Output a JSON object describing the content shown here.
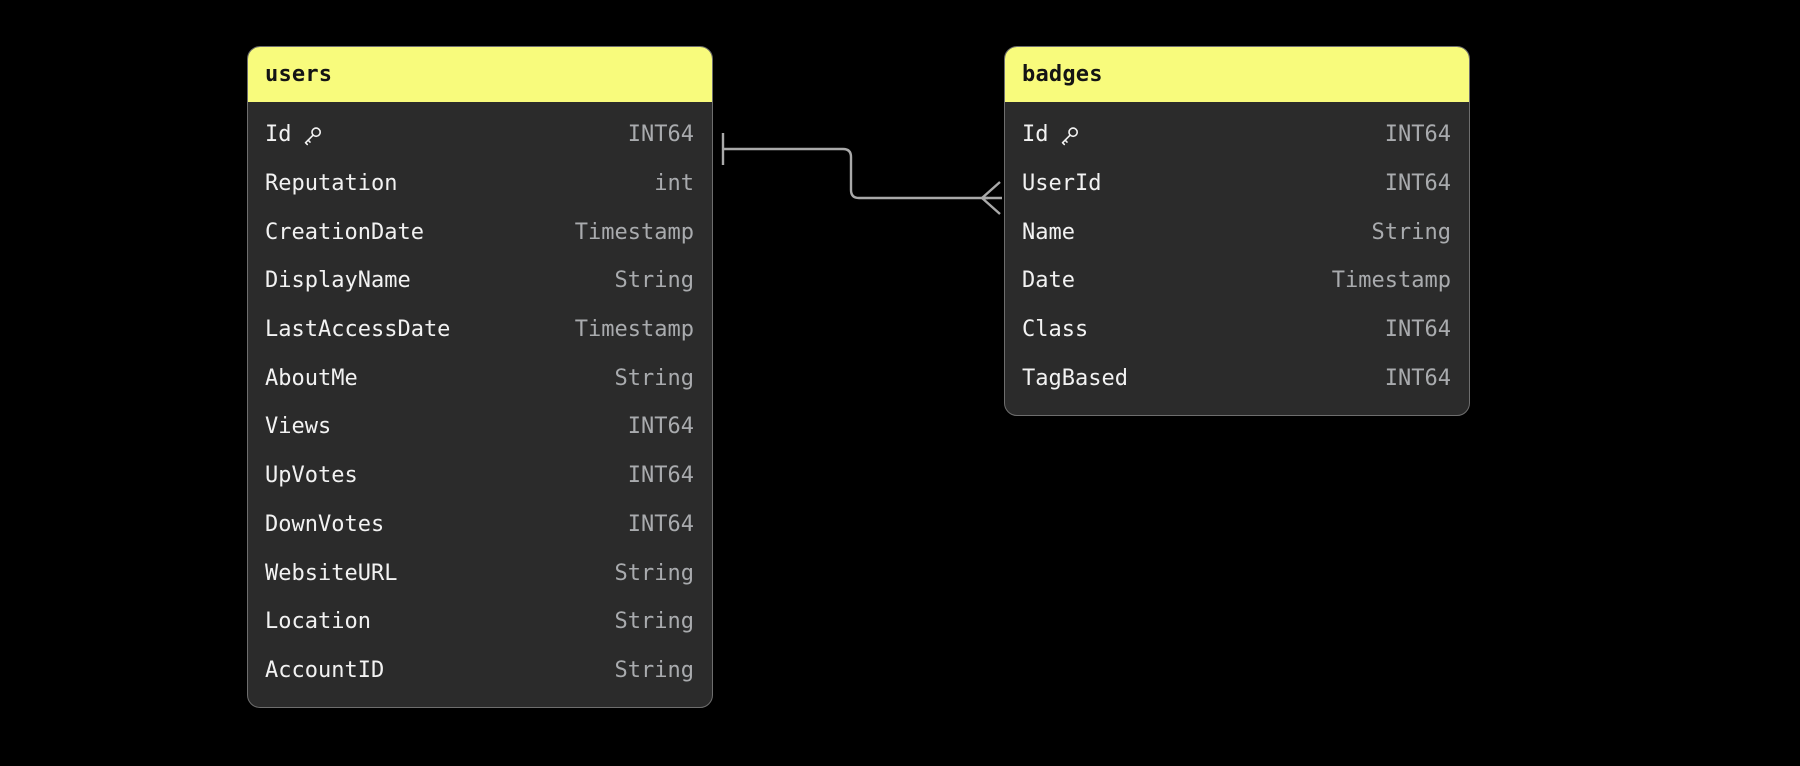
{
  "diagram": {
    "type": "entity-relationship-diagram",
    "background_color": "#000000",
    "accent_color": "#f8fb7c",
    "panel_color": "#2b2b2b",
    "border_color": "#6e6e6e",
    "field_name_color": "#f2f2f2",
    "field_type_color": "#a9abae",
    "connector_color": "#a9a9a9"
  },
  "entities": [
    {
      "id": "users",
      "title": "users",
      "fields": [
        {
          "name": "Id",
          "type": "INT64",
          "key": true,
          "key_icon": "key-icon"
        },
        {
          "name": "Reputation",
          "type": "int",
          "key": false
        },
        {
          "name": "CreationDate",
          "type": "Timestamp",
          "key": false
        },
        {
          "name": "DisplayName",
          "type": "String",
          "key": false
        },
        {
          "name": "LastAccessDate",
          "type": "Timestamp",
          "key": false
        },
        {
          "name": "AboutMe",
          "type": "String",
          "key": false
        },
        {
          "name": "Views",
          "type": "INT64",
          "key": false
        },
        {
          "name": "UpVotes",
          "type": "INT64",
          "key": false
        },
        {
          "name": "DownVotes",
          "type": "INT64",
          "key": false
        },
        {
          "name": "WebsiteURL",
          "type": "String",
          "key": false
        },
        {
          "name": "Location",
          "type": "String",
          "key": false
        },
        {
          "name": "AccountID",
          "type": "String",
          "key": false
        }
      ]
    },
    {
      "id": "badges",
      "title": "badges",
      "fields": [
        {
          "name": "Id",
          "type": "INT64",
          "key": true,
          "key_icon": "key-icon"
        },
        {
          "name": "UserId",
          "type": "INT64",
          "key": false
        },
        {
          "name": "Name",
          "type": "String",
          "key": false
        },
        {
          "name": "Date",
          "type": "Timestamp",
          "key": false
        },
        {
          "name": "Class",
          "type": "INT64",
          "key": false
        },
        {
          "name": "TagBased",
          "type": "INT64",
          "key": false
        }
      ]
    }
  ],
  "relationships": [
    {
      "from_entity": "users",
      "from_field": "Id",
      "from_cardinality": "one",
      "to_entity": "badges",
      "to_field": "UserId",
      "to_cardinality": "many"
    }
  ]
}
